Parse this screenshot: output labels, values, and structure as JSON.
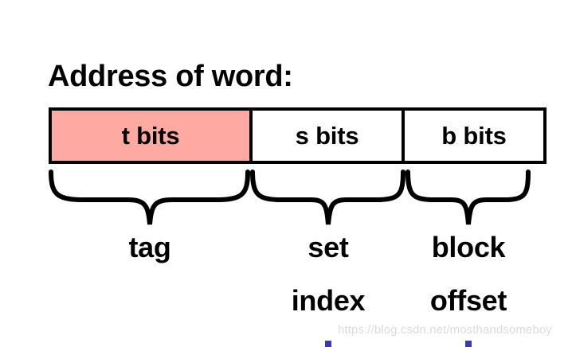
{
  "figure": {
    "title": "Address of word:",
    "accent_fill": "#FFA9A3",
    "stroke_color": "#000000",
    "marker_color": "#3b3bb0",
    "watermark_color": "#dcdcdc"
  },
  "address_fields": [
    {
      "label": "t bits",
      "highlighted": true,
      "fill": "#FFA9A3"
    },
    {
      "label": "s bits",
      "highlighted": false,
      "fill": "#ffffff"
    },
    {
      "label": "b bits",
      "highlighted": false,
      "fill": "#ffffff"
    }
  ],
  "field_labels": [
    {
      "line1": "tag",
      "line2": ""
    },
    {
      "line1": "set",
      "line2": "index"
    },
    {
      "line1": "block",
      "line2": "offset"
    }
  ],
  "watermark": {
    "text": "https://blog.csdn.net/mosthandsomeboy"
  }
}
